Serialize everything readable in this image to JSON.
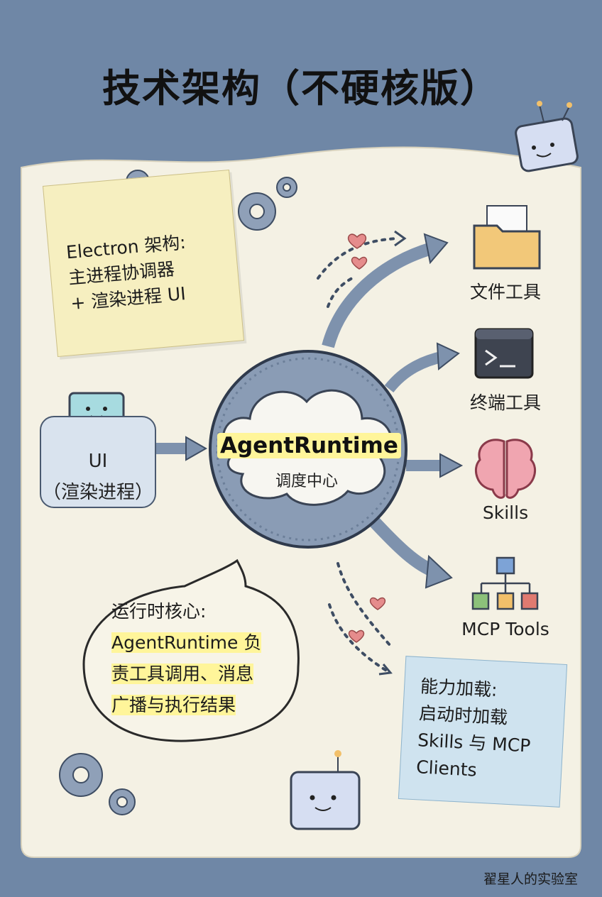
{
  "title": "技术架构（不硬核版）",
  "note_electron": {
    "lines": [
      "Electron 架构:",
      "主进程协调器",
      "+ 渲染进程 UI"
    ]
  },
  "ui_box": {
    "lines": [
      "UI",
      "（渲染进程）"
    ]
  },
  "hub": {
    "name": "AgentRuntime",
    "subtitle": "调度中心"
  },
  "tools": [
    {
      "label": "文件工具",
      "icon": "folder-icon"
    },
    {
      "label": "终端工具",
      "icon": "terminal-icon"
    },
    {
      "label": "Skills",
      "icon": "brain-icon"
    },
    {
      "label": "MCP Tools",
      "icon": "network-icon"
    }
  ],
  "bubble": {
    "heading": "运行时核心:",
    "lines": [
      "AgentRuntime 负",
      "责工具调用、消息",
      "广播与执行结果"
    ]
  },
  "note_capability": {
    "lines": [
      "能力加载:",
      "启动时加载",
      "Skills 与 MCP",
      "Clients"
    ]
  },
  "credit": "翟星人的实验室",
  "colors": {
    "background_blue": "#6f87a6",
    "paper": "#f4f1e4",
    "hub_fill": "#8a9cb5",
    "highlight": "#fff59a",
    "note_yellow": "#f6efc0",
    "note_blue": "#cfe3ef"
  }
}
